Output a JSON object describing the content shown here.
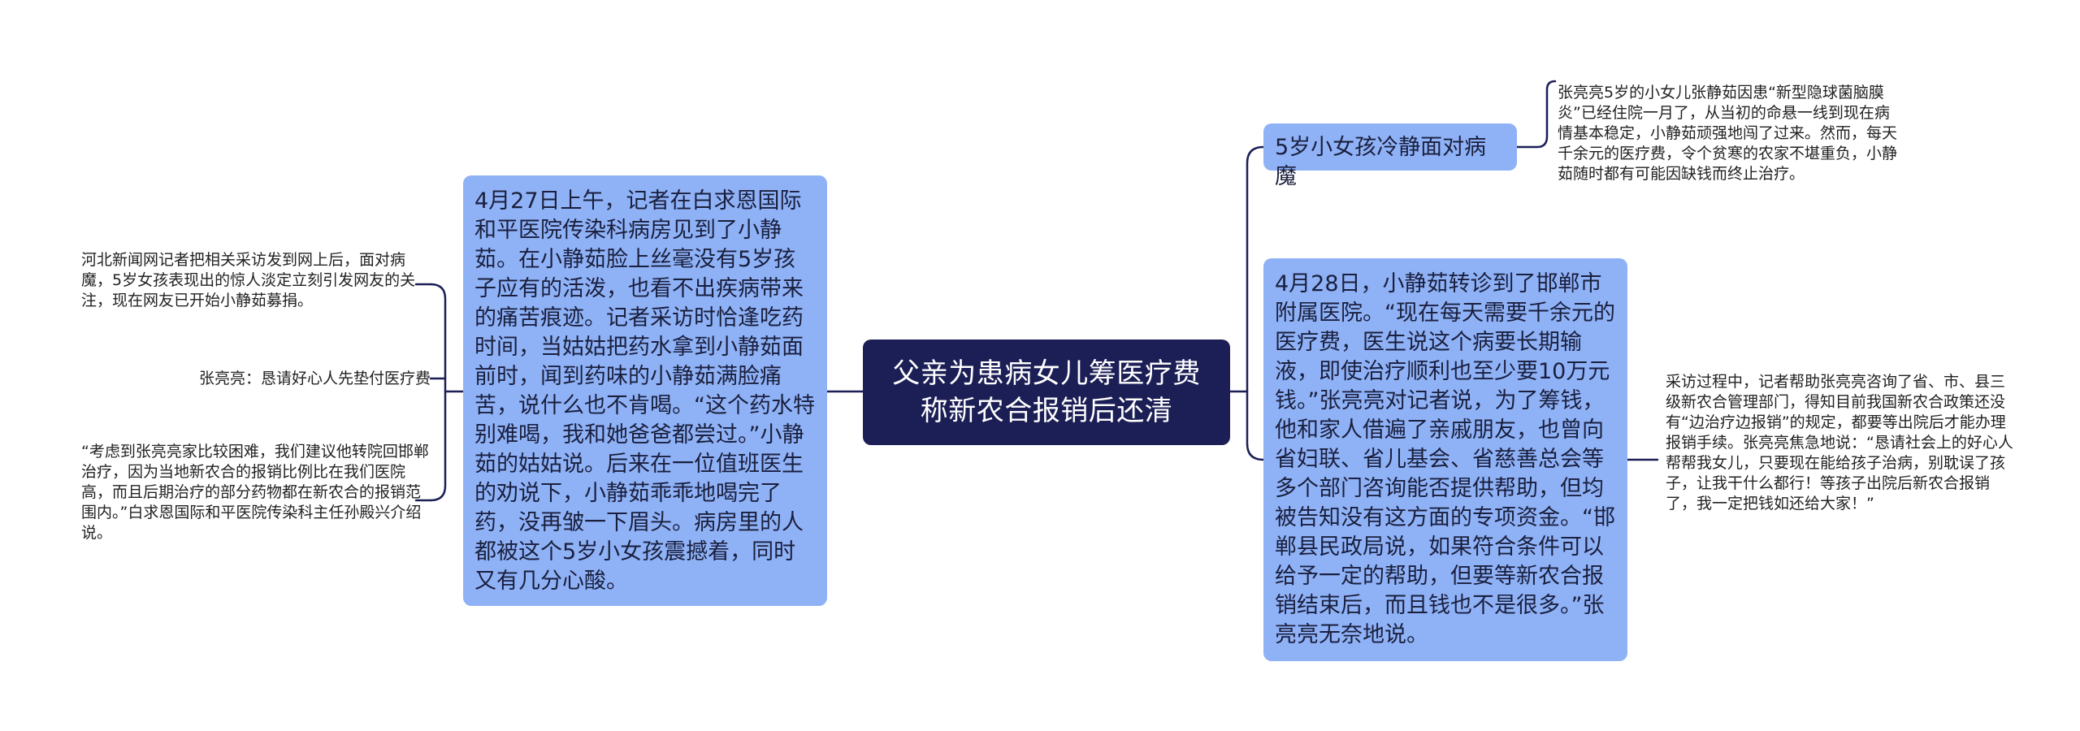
{
  "center": {
    "title": "父亲为患病女儿筹医疗费称新农合报销后还清"
  },
  "left": {
    "main": "4月27日上午，记者在白求恩国际和平医院传染科病房见到了小静茹。在小静茹脸上丝毫没有5岁孩子应有的活泼，也看不出疾病带来的痛苦痕迹。记者采访时恰逢吃药时间，当姑姑把药水拿到小静茹面前时，闻到药味的小静茹满脸痛苦，说什么也不肯喝。“这个药水特别难喝，我和她爸爸都尝过。”小静茹的姑姑说。后来在一位值班医生的劝说下，小静茹乖乖地喝完了药，没再皱一下眉头。病房里的人都被这个5岁小女孩震撼着，同时又有几分心酸。",
    "notes": [
      "河北新闻网记者把相关采访发到网上后，面对病魔，5岁女孩表现出的惊人淡定立刻引发网友的关注，现在网友已开始小静茹募捐。",
      "张亮亮：恳请好心人先垫付医疗费",
      "“考虑到张亮亮家比较困难，我们建议他转院回邯郸治疗，因为当地新农合的报销比例比在我们医院高，而且后期治疗的部分药物都在新农合的报销范围内。”白求恩国际和平医院传染科主任孙殿兴介绍说。"
    ]
  },
  "right": {
    "top": {
      "label": "5岁小女孩冷静面对病魔",
      "note": "张亮亮5岁的小女儿张静茹因患“新型隐球菌脑膜炎”已经住院一月了，从当初的命悬一线到现在病情基本稳定，小静茹顽强地闯了过来。然而，每天千余元的医疗费，令个贫寒的农家不堪重负，小静茹随时都有可能因缺钱而终止治疗。"
    },
    "bottom": {
      "main": "4月28日，小静茹转诊到了邯郸市附属医院。“现在每天需要千余元的医疗费，医生说这个病要长期输液，即使治疗顺利也至少要10万元钱。”张亮亮对记者说，为了筹钱，他和家人借遍了亲戚朋友，也曾向省妇联、省儿基会、省慈善总会等多个部门咨询能否提供帮助，但均被告知没有这方面的专项资金。“邯郸县民政局说，如果符合条件可以给予一定的帮助，但要等新农合报销结束后，而且钱也不是很多。”张亮亮无奈地说。",
      "note": "采访过程中，记者帮助张亮亮咨询了省、市、县三级新农合管理部门，得知目前我国新农合政策还没有“边治疗边报销”的规定，都要等出院后才能办理报销手续。张亮亮焦急地说：“恳请社会上的好心人帮帮我女儿，只要现在能给孩子治病，别耽误了孩子，让我干什么都行！等孩子出院后新农合报销了，我一定把钱如还给大家！”"
    }
  },
  "colors": {
    "center_bg": "#1c1f56",
    "node_bg": "#8fb2f7",
    "line": "#1c1f56"
  }
}
